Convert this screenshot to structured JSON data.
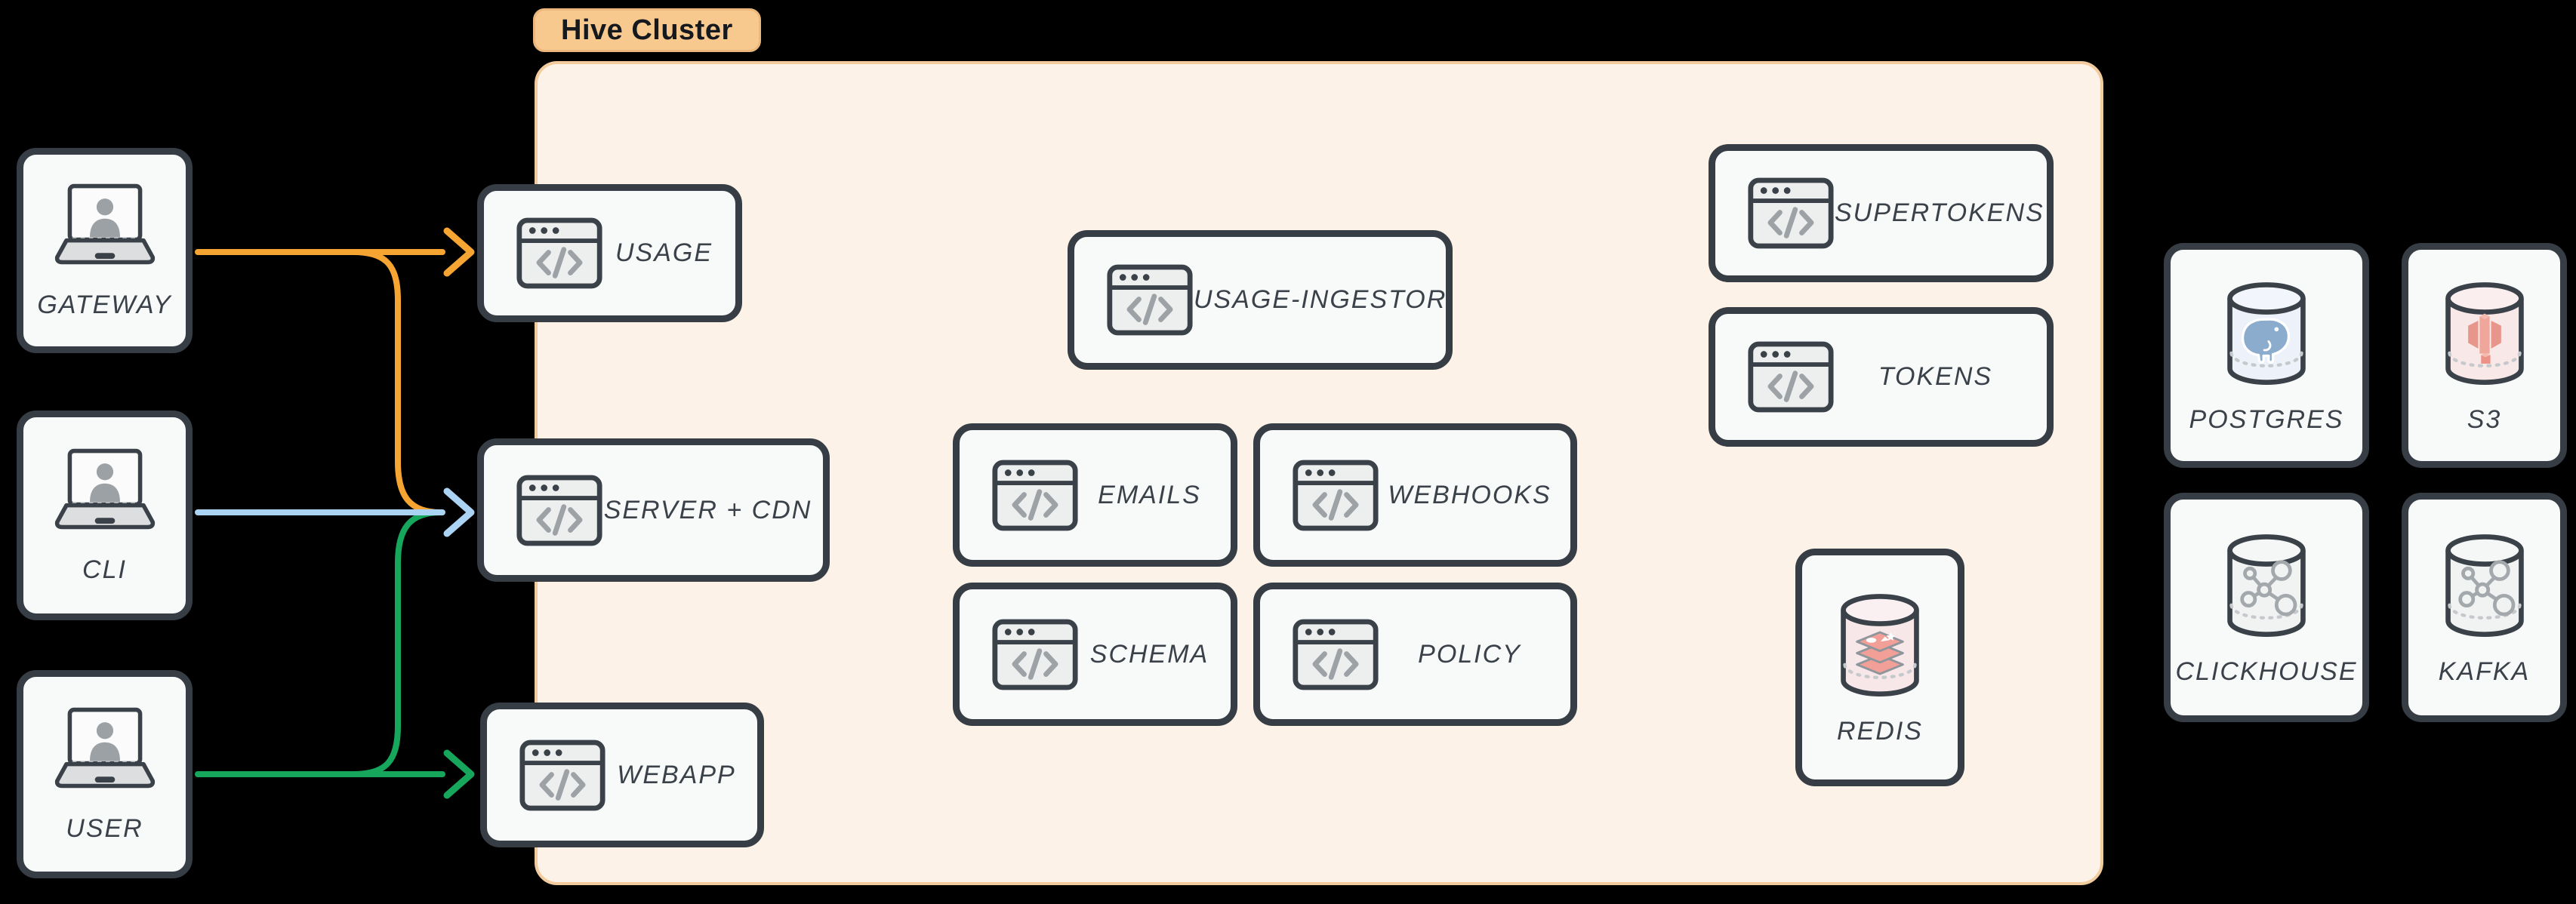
{
  "cluster": {
    "label": "Hive Cluster"
  },
  "actors": {
    "gateway": {
      "label": "GATEWAY"
    },
    "cli": {
      "label": "CLI"
    },
    "user": {
      "label": "USER"
    }
  },
  "services": {
    "usage": {
      "label": "USAGE"
    },
    "server_cdn": {
      "label": "SERVER + CDN"
    },
    "webapp": {
      "label": "WEBAPP"
    },
    "usage_ingestor": {
      "label": "USAGE-INGESTOR"
    },
    "emails": {
      "label": "EMAILS"
    },
    "webhooks": {
      "label": "WEBHOOKS"
    },
    "schema": {
      "label": "SCHEMA"
    },
    "policy": {
      "label": "POLICY"
    },
    "supertokens": {
      "label": "SUPERTOKENS"
    },
    "tokens": {
      "label": "TOKENS"
    }
  },
  "datastores": {
    "redis": {
      "label": "REDIS"
    },
    "postgres": {
      "label": "POSTGRES"
    },
    "s3": {
      "label": "S3"
    },
    "clickhouse": {
      "label": "CLICKHOUSE"
    },
    "kafka": {
      "label": "KAFKA"
    }
  },
  "edges": [
    {
      "from": "GATEWAY",
      "to": "USAGE",
      "color": "orange"
    },
    {
      "from": "GATEWAY",
      "to": "SERVER + CDN",
      "color": "orange"
    },
    {
      "from": "CLI",
      "to": "SERVER + CDN",
      "color": "blue"
    },
    {
      "from": "USER",
      "to": "SERVER + CDN",
      "color": "green"
    },
    {
      "from": "USER",
      "to": "WEBAPP",
      "color": "green"
    }
  ],
  "colors": {
    "background": "#000000",
    "arrow_orange": "#F6A432",
    "arrow_blue": "#ABD4F4",
    "arrow_green": "#16A75C",
    "cluster_fill": "#FDF2E7",
    "cluster_border": "#F2CC9E",
    "badge_fill": "#F8C98F",
    "node_fill": "#F8FAFA",
    "node_border": "#363D44",
    "label_text": "#3A4149",
    "icon_gray": "#9DA2A6"
  }
}
